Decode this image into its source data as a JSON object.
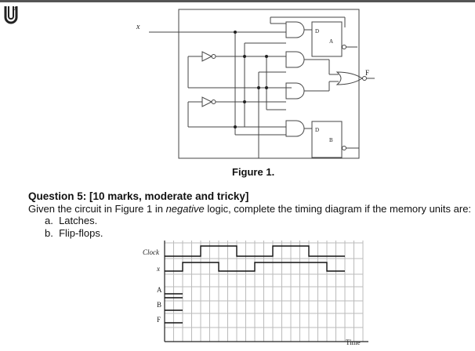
{
  "figure": {
    "caption": "Figure 1.",
    "input_label": "x",
    "output_label": "F",
    "ff_a": {
      "d_label": "D",
      "name": "A"
    },
    "ff_b": {
      "d_label": "D",
      "name": "B"
    }
  },
  "question": {
    "title": "Question 5: [10 marks, moderate and tricky]",
    "body_pre": "Given the circuit in Figure 1 in ",
    "body_em": "negative",
    "body_post": " logic, complete the timing diagram if the memory units are:",
    "options": [
      {
        "marker": "a.",
        "text": "Latches."
      },
      {
        "marker": "b.",
        "text": "Flip-flops."
      }
    ]
  },
  "timing": {
    "signals": [
      "Clock",
      "x",
      "A",
      "B",
      "F"
    ],
    "axis_label": "Time"
  }
}
